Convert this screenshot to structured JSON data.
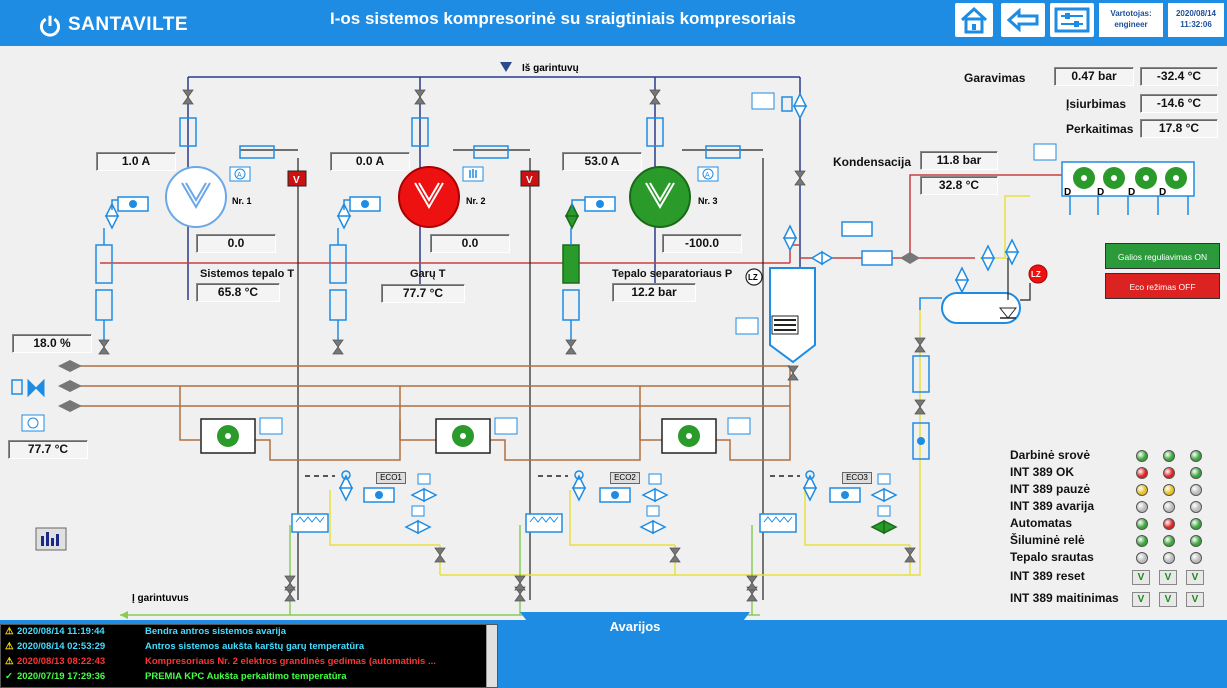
{
  "header": {
    "logo": "SANTAVILTE",
    "title": "I-os sistemos kompresorinė su sraigtiniais kompresoriais",
    "user_label": "Vartotojas:",
    "user_name": "engineer",
    "date": "2020/08/14",
    "time": "11:32:06"
  },
  "top_right": {
    "garavimas_label": "Garavimas",
    "garavimas_p": "0.47 bar",
    "garavimas_t": "-32.4 °C",
    "isiurbimas_label": "Įsiurbimas",
    "isiurbimas_t": "-14.6 °C",
    "perkaitimas_label": "Perkaitimas",
    "perkaitimas_t": "17.8 °C",
    "kondensacija_label": "Kondensacija",
    "kondensacija_p": "11.8 bar",
    "kondensacija_t": "32.8 °C"
  },
  "pipes": {
    "from_evaporators": "Iš garintuvų",
    "to_evaporators": "Į garintuvus"
  },
  "compressors": [
    {
      "current": "1.0 A",
      "value": "0.0",
      "nr": "Nr. 1",
      "state": "off",
      "color": "#ffffff"
    },
    {
      "current": "0.0 A",
      "value": "0.0",
      "nr": "Nr. 2",
      "state": "alarm",
      "color": "#ee1111"
    },
    {
      "current": "53.0 A",
      "value": "-100.0",
      "nr": "Nr. 3",
      "state": "run",
      "color": "#2a9a2a"
    }
  ],
  "measurements": {
    "oil_temp_label": "Sistemos tepalo T",
    "oil_temp": "65.8 °C",
    "gas_temp_label": "Garų T",
    "gas_temp": "77.7 °C",
    "sep_press_label": "Tepalo separatoriaus P",
    "sep_press": "12.2 bar",
    "left_pct": "18.0 %",
    "left_temp": "77.7 °C"
  },
  "valve_tags": [
    "V",
    "V"
  ],
  "eco": [
    "ECO1",
    "ECO2",
    "ECO3"
  ],
  "controls": {
    "power_reg": "Galios reguliavimas ON",
    "eco_mode": "Eco režimas OFF"
  },
  "status_rows": [
    {
      "label": "Darbinė srovė",
      "leds": [
        "#3aa63a",
        "#3aa63a",
        "#3aa63a"
      ]
    },
    {
      "label": "INT 389 OK",
      "leds": [
        "#dd2222",
        "#dd2222",
        "#3aa63a"
      ]
    },
    {
      "label": "INT 389 pauzė",
      "leds": [
        "#e6c020",
        "#e6c020",
        "#bbbbbb"
      ]
    },
    {
      "label": "INT 389 avarija",
      "leds": [
        "#bbbbbb",
        "#bbbbbb",
        "#bbbbbb"
      ]
    },
    {
      "label": "Automatas",
      "leds": [
        "#3aa63a",
        "#dd2222",
        "#3aa63a"
      ]
    },
    {
      "label": "Šiluminė relė",
      "leds": [
        "#3aa63a",
        "#3aa63a",
        "#3aa63a"
      ]
    },
    {
      "label": "Tepalo srautas",
      "leds": [
        "#bbbbbb",
        "#bbbbbb",
        "#bbbbbb"
      ]
    },
    {
      "label": "INT 389 reset",
      "buttons": [
        "V",
        "V",
        "V"
      ]
    },
    {
      "label": "INT 389 maitinimas",
      "buttons": [
        "V",
        "V",
        "V"
      ]
    }
  ],
  "alarms": {
    "tab_label": "Avarijos",
    "rows": [
      {
        "icon": "⚠",
        "ts": "2020/08/14 11:19:44",
        "text": "Bendra antros sistemos avarija",
        "color": "#44ddff"
      },
      {
        "icon": "⚠",
        "ts": "2020/08/14 02:53:29",
        "text": "Antros sistemos aukšta karštų garų temperatūra",
        "color": "#44ddff"
      },
      {
        "icon": "⚠",
        "ts": "2020/08/13 08:22:43",
        "text": "Kompresoriaus Nr. 2 elektros grandinės gedimas (automatinis ...",
        "color": "#ff3333"
      },
      {
        "icon": "✓",
        "ts": "2020/07/19 17:29:36",
        "text": "PREMIA KPC Aukšta perkaitimo temperatūra",
        "color": "#44ff44"
      }
    ]
  },
  "lz": "LZ"
}
